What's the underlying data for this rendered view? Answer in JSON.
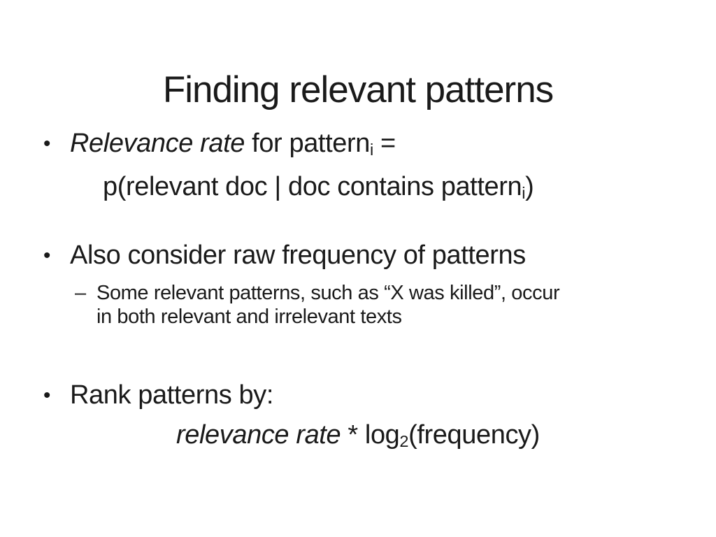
{
  "slide": {
    "background": "#ffffff",
    "text_color": "#1a1a1a",
    "title": "Finding relevant patterns",
    "bullet_char": "•",
    "dash_char": "–",
    "bullet1": {
      "italic": "Relevance rate",
      "text": " for pattern",
      "subscript": "i",
      "suffix": " ="
    },
    "bullet1_line2": {
      "text": "p(relevant doc | doc contains pattern",
      "subscript": "i",
      "suffix": ")"
    },
    "bullet2": {
      "text": "Also consider raw frequency of patterns",
      "sub_lines": [
        "Some relevant patterns, such as “X was killed”, occur",
        "in both relevant and irrelevant texts"
      ]
    },
    "bullet3": {
      "text": "Rank patterns by:"
    },
    "formula": {
      "italic": "relevance rate",
      "text": " * log",
      "subscript": "2",
      "suffix": "(frequency)"
    }
  }
}
